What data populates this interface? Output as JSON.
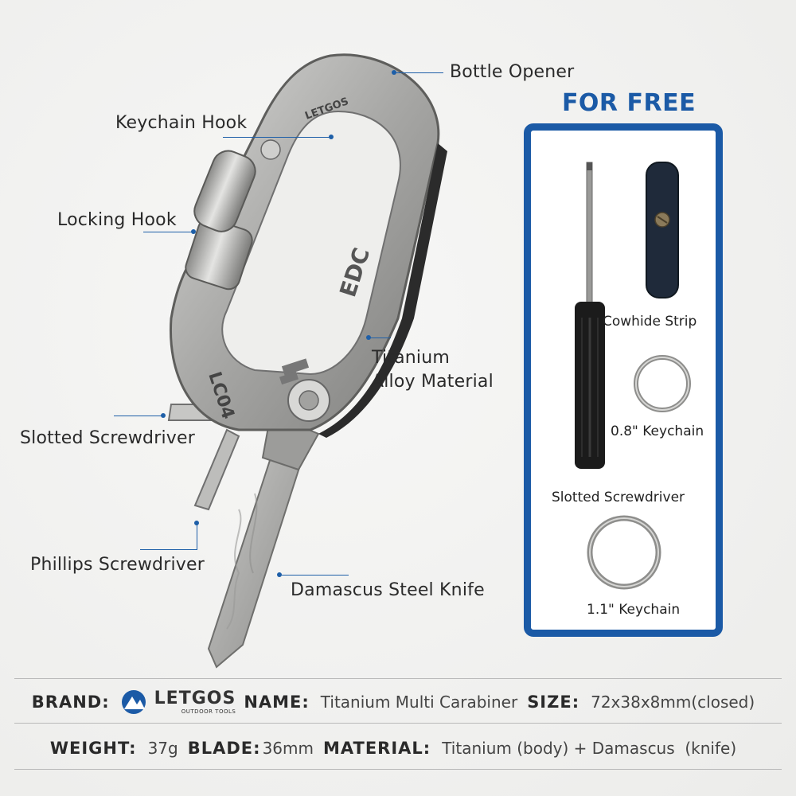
{
  "callouts": {
    "bottle_opener": "Bottle Opener",
    "keychain_hook": "Keychain Hook",
    "locking_hook": "Locking Hook",
    "titanium_line1": "Titanium",
    "titanium_line2": "Alloy Material",
    "slotted_screwdriver": "Slotted Screwdriver",
    "phillips_screwdriver": "Phillips Screwdriver",
    "damascus_knife": "Damascus Steel Knife"
  },
  "tool_engravings": {
    "edc": "EDC",
    "model": "LC04",
    "brand": "LETGOS"
  },
  "free_panel": {
    "heading": "FOR FREE",
    "items": {
      "cowhide": "Cowhide Strip",
      "keychain_small": "0.8\" Keychain",
      "screwdriver": "Slotted Screwdriver",
      "keychain_large": "1.1\" Keychain"
    }
  },
  "specs": {
    "brand_key": "BRAND:",
    "brand_name": "LETGOS",
    "brand_sub": "OUTDOOR TOOLS",
    "name_key": "NAME:",
    "name_val": "Titanium Multi Carabiner",
    "size_key": "SIZE:",
    "size_val": "72x38x8mm(closed)",
    "weight_key": "WEIGHT:",
    "weight_val": "37g",
    "blade_key": "BLADE:",
    "blade_val": "36mm",
    "material_key": "MATERIAL:",
    "material_val": "Titanium (body) + Damascus  (knife)"
  },
  "colors": {
    "accent_blue": "#1b5aa6",
    "background": "#f1f1f0",
    "titanium": "#a9a9a7"
  }
}
